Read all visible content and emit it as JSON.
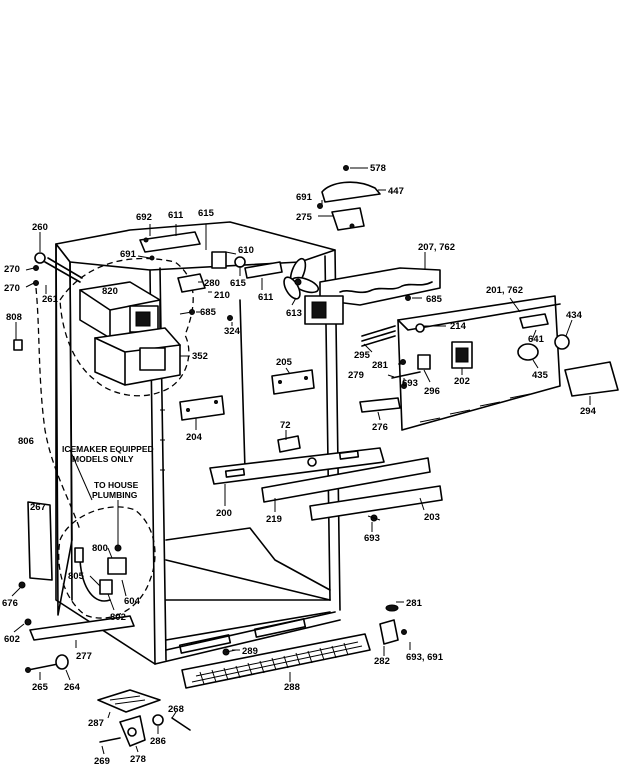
{
  "callouts": [
    {
      "id": "578",
      "text": "578"
    },
    {
      "id": "447",
      "text": "447"
    },
    {
      "id": "691a",
      "text": "691"
    },
    {
      "id": "275",
      "text": "275"
    },
    {
      "id": "692",
      "text": "692"
    },
    {
      "id": "611a",
      "text": "611"
    },
    {
      "id": "615a",
      "text": "615"
    },
    {
      "id": "691b",
      "text": "691"
    },
    {
      "id": "610",
      "text": "610"
    },
    {
      "id": "615b",
      "text": "615"
    },
    {
      "id": "280",
      "text": "280"
    },
    {
      "id": "210",
      "text": "210"
    },
    {
      "id": "611b",
      "text": "611"
    },
    {
      "id": "613",
      "text": "613"
    },
    {
      "id": "685a",
      "text": "685"
    },
    {
      "id": "324",
      "text": "324"
    },
    {
      "id": "260",
      "text": "260"
    },
    {
      "id": "270a",
      "text": "270"
    },
    {
      "id": "270b",
      "text": "270"
    },
    {
      "id": "261",
      "text": "261"
    },
    {
      "id": "820",
      "text": "820"
    },
    {
      "id": "808",
      "text": "808"
    },
    {
      "id": "352",
      "text": "352"
    },
    {
      "id": "207",
      "text": "207, 762"
    },
    {
      "id": "685b",
      "text": "685"
    },
    {
      "id": "201",
      "text": "201, 762"
    },
    {
      "id": "214",
      "text": "214"
    },
    {
      "id": "434",
      "text": "434"
    },
    {
      "id": "641",
      "text": "641"
    },
    {
      "id": "295",
      "text": "295"
    },
    {
      "id": "281a",
      "text": "281"
    },
    {
      "id": "279",
      "text": "279"
    },
    {
      "id": "693a",
      "text": "693"
    },
    {
      "id": "296",
      "text": "296"
    },
    {
      "id": "202",
      "text": "202"
    },
    {
      "id": "435",
      "text": "435"
    },
    {
      "id": "294",
      "text": "294"
    },
    {
      "id": "276",
      "text": "276"
    },
    {
      "id": "205",
      "text": "205"
    },
    {
      "id": "204",
      "text": "204"
    },
    {
      "id": "72",
      "text": "72"
    },
    {
      "id": "806",
      "text": "806"
    },
    {
      "id": "200",
      "text": "200"
    },
    {
      "id": "219",
      "text": "219"
    },
    {
      "id": "203",
      "text": "203"
    },
    {
      "id": "693b",
      "text": "693"
    },
    {
      "id": "267",
      "text": "267"
    },
    {
      "id": "800",
      "text": "800"
    },
    {
      "id": "805",
      "text": "805"
    },
    {
      "id": "604",
      "text": "604"
    },
    {
      "id": "802",
      "text": "802"
    },
    {
      "id": "676",
      "text": "676"
    },
    {
      "id": "602",
      "text": "602"
    },
    {
      "id": "277",
      "text": "277"
    },
    {
      "id": "281b",
      "text": "281"
    },
    {
      "id": "282",
      "text": "282"
    },
    {
      "id": "693c",
      "text": "693, 691"
    },
    {
      "id": "289",
      "text": "289"
    },
    {
      "id": "288",
      "text": "288"
    },
    {
      "id": "265",
      "text": "265"
    },
    {
      "id": "264",
      "text": "264"
    },
    {
      "id": "287",
      "text": "287"
    },
    {
      "id": "268",
      "text": "268"
    },
    {
      "id": "286",
      "text": "286"
    },
    {
      "id": "269",
      "text": "269"
    },
    {
      "id": "278",
      "text": "278"
    }
  ],
  "notes": {
    "icemaker_line1": "ICEMAKER EQUIPPED",
    "icemaker_line2": "MODELS ONLY",
    "plumbing_line1": "TO HOUSE",
    "plumbing_line2": "PLUMBING"
  }
}
